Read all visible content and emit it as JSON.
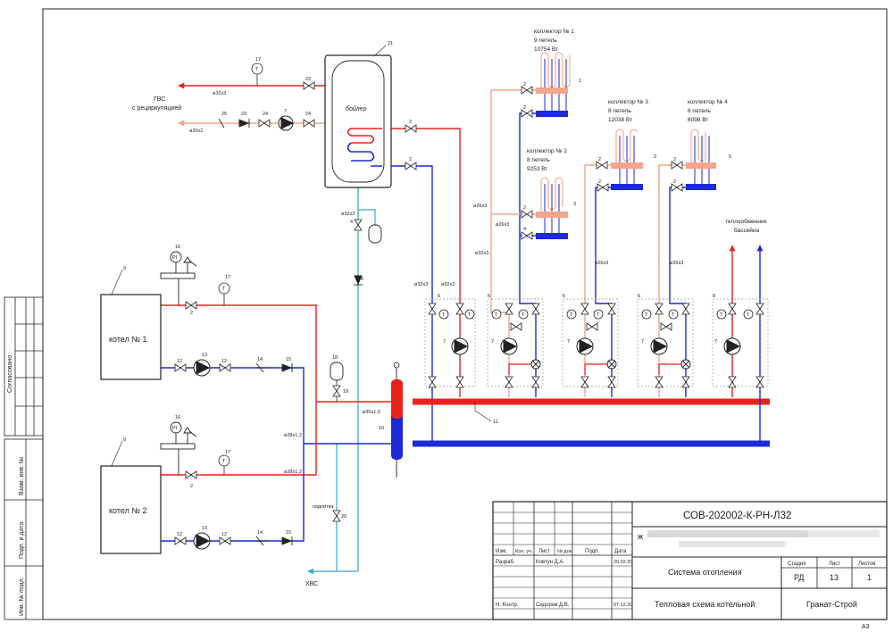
{
  "colors": {
    "supply": "#e8231d",
    "return": "#1c2bd4",
    "dhw_supply": "#e8231d",
    "dhw_return": "#f4a58a",
    "cold_water": "#3aa8c8",
    "collector_orange": "#f4a58a",
    "frame": "#222222"
  },
  "side_panel": {
    "soglasovano": "Согласовано",
    "vzam_inv": "Взам. инв. №",
    "podp_data": "Подп. и дата",
    "inv_podl": "Инв. № подл."
  },
  "dhw": {
    "label_line1": "ГВС",
    "label_line2": "с рециркуляцией",
    "pipe1": "ø32x3",
    "pipe2": "ø20x2"
  },
  "boiler_tank": {
    "label": "бойлер",
    "num": "21"
  },
  "collectors": [
    {
      "line1": "коллектор № 1",
      "line2": "9 петель",
      "line3": "10754 Вт",
      "num": "1"
    },
    {
      "line1": "коллектор № 2",
      "line2": "8 петель",
      "line3": "9253 Вт",
      "num": "3"
    },
    {
      "line1": "коллектор № 3",
      "line2": "8 петель",
      "line3": "12038 Вт",
      "num": "3"
    },
    {
      "line1": "коллектор № 4",
      "line2": "6 петель",
      "line3": "6098 Вт",
      "num": "5"
    }
  ],
  "pool": {
    "line1": "теплообменник",
    "line2": "бассейна"
  },
  "boilers": [
    {
      "label": "котел № 1",
      "num": "9"
    },
    {
      "label": "котел № 2",
      "num": "9"
    }
  ],
  "pipe_labels": {
    "d26": "ø26x3",
    "d32": "ø32x3",
    "d35": "ø35x1,5",
    "d28": "ø28x1,2",
    "podpitka": "подпитка",
    "hvs": "ХВС"
  },
  "numbers": {
    "n2": "2",
    "n4": "4",
    "n6": "6",
    "n7": "7",
    "n8": "8",
    "n10": "10",
    "n11": "11",
    "n12": "12",
    "n13": "13",
    "n14": "14",
    "n15": "15",
    "n16": "16",
    "n17": "17",
    "n18": "18",
    "n19": "19",
    "n20": "20",
    "n22": "22",
    "n23": "23",
    "n24": "24",
    "n25": "25"
  },
  "symbols": {
    "pi": "PI",
    "t": "T"
  },
  "title_block": {
    "code": "СОВ-202002-К-РН-Л32",
    "address_prefix": "ж",
    "headers": {
      "izm": "Изм.",
      "kol": "Кол. уч.",
      "list": "Лист",
      "ndok": "№ док.",
      "podp": "Подп.",
      "data": "Дата"
    },
    "rows": [
      {
        "role": "Разраб.",
        "name": "Ковтун Д.А.",
        "date": "29.02.20"
      },
      {
        "role": "Н. Контр.",
        "name": "Сидоров Д.В.",
        "date": "07.12.20"
      }
    ],
    "system": "Система отопления",
    "sheet_title": "Тепловая схема котельной",
    "company": "Гранат-Строй",
    "stage_header": "Стадия",
    "sheet_header": "Лист",
    "sheets_header": "Листов",
    "stage": "РД",
    "sheet": "13",
    "sheets": "1"
  },
  "format": "А3"
}
